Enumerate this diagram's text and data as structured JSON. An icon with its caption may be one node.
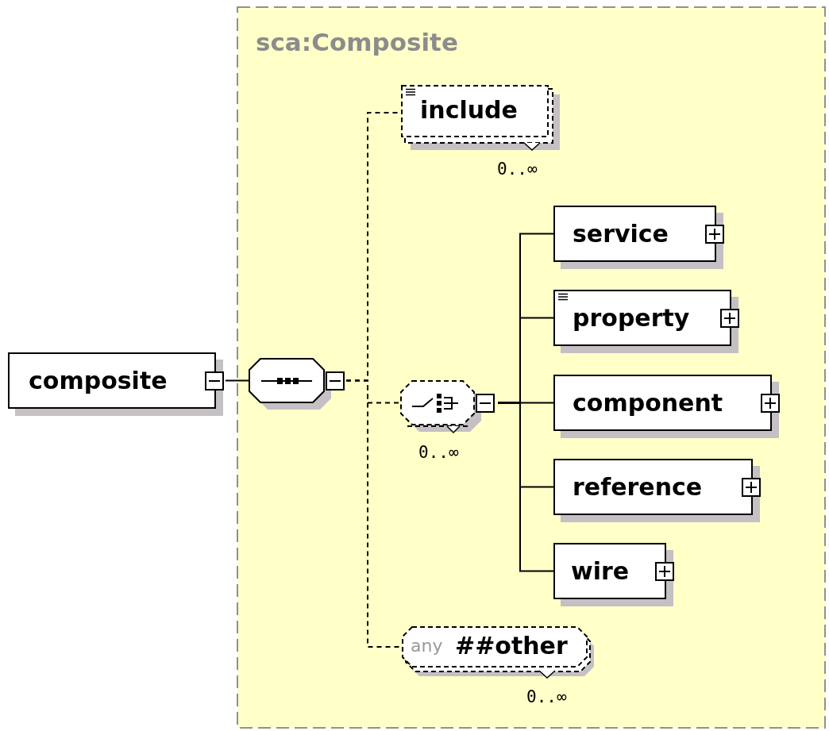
{
  "diagram": {
    "nodes": [
      {
        "text": [
          "sca:Composite"
        ]
      },
      {
        "text": [
          "composite"
        ]
      },
      {
        "text": [],
        "shape": "octagon",
        "in": 0
      },
      {
        "text": [
          "include"
        ],
        "in": 0,
        "beside": [
          "0..∞"
        ]
      },
      {
        "text": [],
        "shape": "octagon",
        "in": 0,
        "beside": [
          "0..∞"
        ]
      },
      {
        "text": [
          "service"
        ],
        "in": 0
      },
      {
        "text": [
          "property"
        ],
        "in": 0
      },
      {
        "text": [
          "component"
        ],
        "in": 0
      },
      {
        "text": [
          "reference"
        ],
        "in": 0
      },
      {
        "text": [
          "wire"
        ],
        "in": 0
      },
      {
        "text": [
          "any",
          "##other"
        ],
        "in": 0,
        "beside": [
          "0..∞"
        ]
      }
    ],
    "edges": [
      {
        "from": 1,
        "to": 2,
        "arrow": "none"
      },
      {
        "from": 2,
        "to": 3,
        "arrow": "none",
        "style": "dashed"
      },
      {
        "from": 2,
        "to": 4,
        "arrow": "none",
        "style": "dashed"
      },
      {
        "from": 2,
        "to": 10,
        "arrow": "none",
        "style": "dashed"
      },
      {
        "from": 4,
        "to": 5,
        "arrow": "none"
      },
      {
        "from": 4,
        "to": 6,
        "arrow": "none"
      },
      {
        "from": 4,
        "to": 7,
        "arrow": "none"
      },
      {
        "from": 4,
        "to": 8,
        "arrow": "none"
      },
      {
        "from": 4,
        "to": 9,
        "arrow": "none"
      }
    ]
  }
}
